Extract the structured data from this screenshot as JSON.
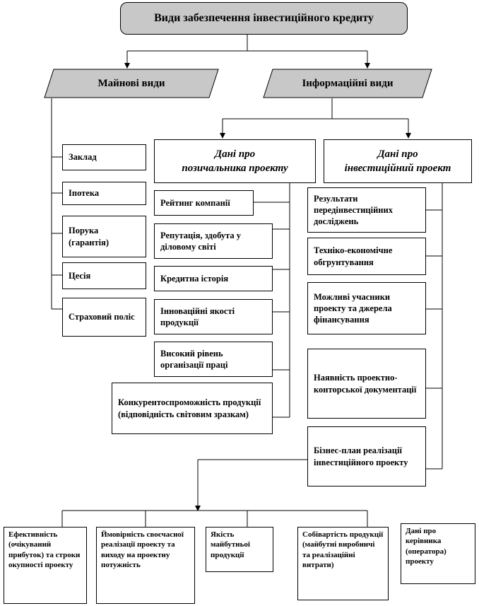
{
  "title": "Види забезпечення інвестиційного кредиту",
  "property_types": {
    "label": "Майнові види",
    "items": [
      "Заклад",
      "Іпотека",
      "Порука (гарантія)",
      "Цесія",
      "Страховий поліс"
    ]
  },
  "info_types": {
    "label": "Інформаційні види",
    "borrower": {
      "label": "Дані про\nпозичальника проекту",
      "items": [
        "Рейтинг компанії",
        "Репутація, здобута у діловому світі",
        "Кредитна історія",
        "Інноваційні якості продукції",
        "Високий рівень організації праці",
        "Конкурентоспроможність продукції (відповідність світовим зразкам)"
      ]
    },
    "project": {
      "label": "Дані про\nінвестиційний проект",
      "items": [
        "Результати передінвестиційних досліджень",
        "Техніко-економічне обгрунтування",
        "Можливі учасники проекту та джерела фінансування",
        "Наявність проектно-конторської документації",
        "Бізнес-план реалізації інвестиційного проекту"
      ]
    }
  },
  "business_plan_items": [
    "Ефективність (очікуваний прибуток) та строки окупності проекту",
    "Ймовірність своєчасної реалізації проекту та виходу на проектну потужність",
    "Якість майбутньої продукції",
    "Собівартість продукції (майбутні виробничі та реалізаційні витрати)",
    "Дані про керівника (оператора) проекту"
  ]
}
